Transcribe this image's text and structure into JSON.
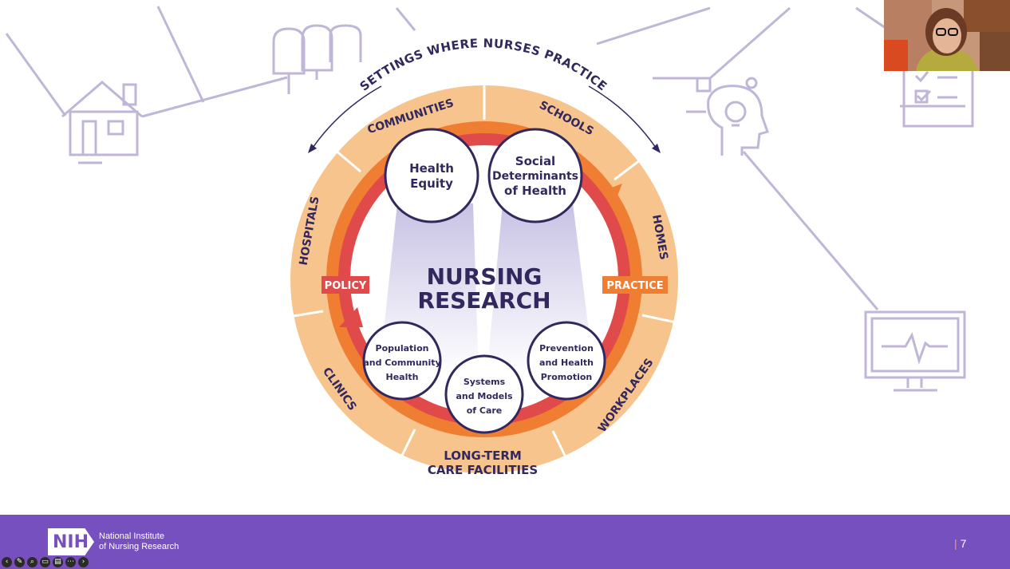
{
  "slide": {
    "arc_title": "SETTINGS WHERE NURSES PRACTICE",
    "center_title_line1": "NURSING",
    "center_title_line2": "RESEARCH",
    "settings": [
      "COMMUNITIES",
      "SCHOOLS",
      "HOMES",
      "WORKPLACES",
      "LONG-TERM",
      "CARE FACILITIES",
      "CLINICS",
      "HOSPITALS"
    ],
    "policy_label": "POLICY",
    "practice_label": "PRACTICE",
    "circles": {
      "health_equity": [
        "Health",
        "Equity"
      ],
      "sdoh": [
        "Social",
        "Determinants",
        "of Health"
      ],
      "population": [
        "Population",
        "and Community",
        "Health"
      ],
      "systems": [
        "Systems",
        "and Models",
        "of Care"
      ],
      "prevention": [
        "Prevention",
        "and Health",
        "Promotion"
      ]
    },
    "colors": {
      "purple": "#7650be",
      "line_purple": "#c0b6d8",
      "ring_outer": "#f6c48c",
      "ring_orange": "#ef7d32",
      "ring_red": "#e04a4a",
      "navy": "#33285e",
      "policy_bg": "#e04a4a",
      "practice_bg": "#ef7d32"
    },
    "icons": [
      "house-icon",
      "trees-icon",
      "head-lightbulb-icon",
      "checklist-icon",
      "heart-monitor-icon"
    ]
  },
  "footer": {
    "logo_badge": "NIH",
    "org_line1": "National Institute",
    "org_line2": "of Nursing Research",
    "page_number": "7"
  },
  "presenter_controls": [
    "back-icon",
    "pen-icon",
    "zoom-icon",
    "captions-icon",
    "slides-icon",
    "more-icon",
    "forward-icon"
  ],
  "webcam": {
    "label": "presenter-video"
  }
}
